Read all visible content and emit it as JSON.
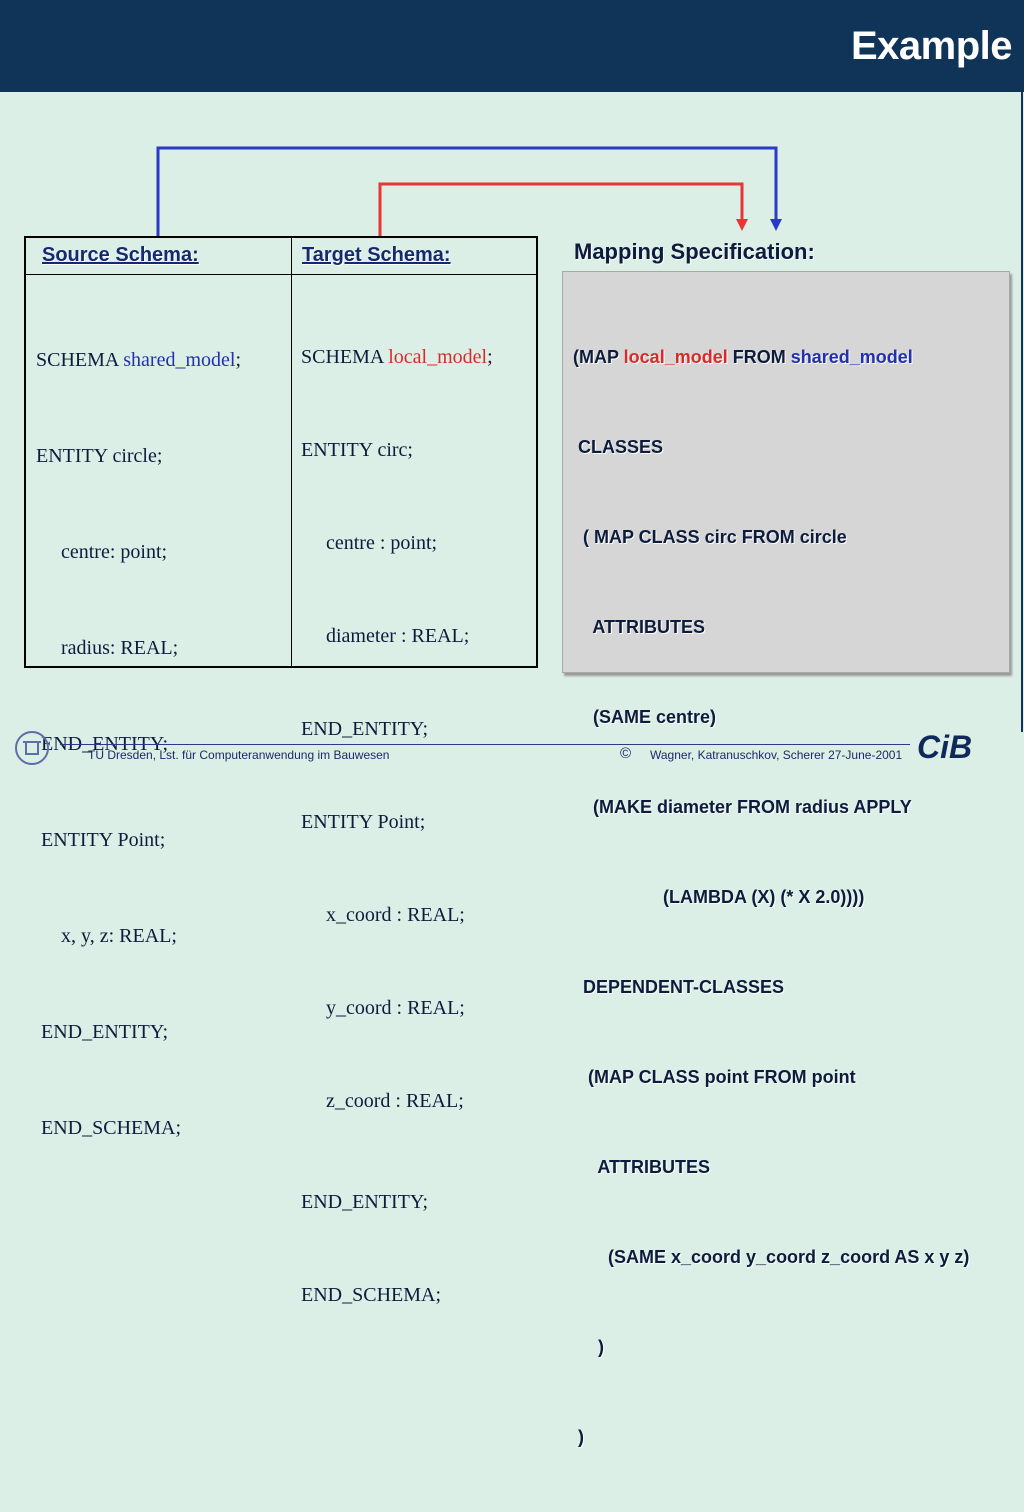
{
  "header": {
    "title": "Example"
  },
  "source": {
    "heading": "Source Schema:",
    "lines": [
      {
        "pre": "SCHEMA ",
        "hl": "shared_model",
        "post": ";"
      },
      {
        "text": "ENTITY circle;"
      },
      {
        "text": "     centre: point;"
      },
      {
        "text": "     radius: REAL;"
      },
      {
        "text": " END_ENTITY;"
      },
      {
        "text": " ENTITY Point;"
      },
      {
        "text": "     x, y, z: REAL;"
      },
      {
        "text": " END_ENTITY;"
      },
      {
        "text": " END_SCHEMA;"
      }
    ]
  },
  "target": {
    "heading": "Target Schema:",
    "lines": [
      {
        "pre": "SCHEMA ",
        "hl": "local_model",
        "post": ";"
      },
      {
        "text": "ENTITY circ;"
      },
      {
        "text": "     centre : point;"
      },
      {
        "text": "     diameter : REAL;"
      },
      {
        "text": "END_ENTITY;"
      },
      {
        "text": "ENTITY Point;"
      },
      {
        "text": "     x_coord : REAL;"
      },
      {
        "text": "     y_coord : REAL;"
      },
      {
        "text": "     z_coord : REAL;"
      },
      {
        "text": "END_ENTITY;"
      },
      {
        "text": "END_SCHEMA;"
      }
    ]
  },
  "mapping": {
    "heading": "Mapping Specification:",
    "first_line": {
      "a": "(MAP ",
      "red": "local_model",
      "b": " FROM ",
      "blue": "shared_model"
    },
    "lines": [
      " CLASSES",
      "  ( MAP CLASS circ FROM circle",
      "    ATTRIBUTES",
      "    (SAME centre)",
      "    (MAKE diameter FROM radius APPLY",
      "                  (LAMBDA (X) (* X 2.0))))",
      "  DEPENDENT-CLASSES",
      "   (MAP CLASS point FROM point",
      "     ATTRIBUTES",
      "       (SAME x_coord y_coord z_coord AS x y z)",
      "     )",
      " )"
    ]
  },
  "colors": {
    "header": "#0f3457",
    "red_arrow": "#e83535",
    "blue_arrow": "#2a39c8",
    "mapping_bg": "#d6d6d6"
  },
  "footer": {
    "left": "TU Dresden, Lst. für Computeranwendung im Bauwesen",
    "copyright_symbol": "©",
    "right": "Wagner, Katranuschkov, Scherer  27-June-2001",
    "logo_text": "CiB"
  }
}
